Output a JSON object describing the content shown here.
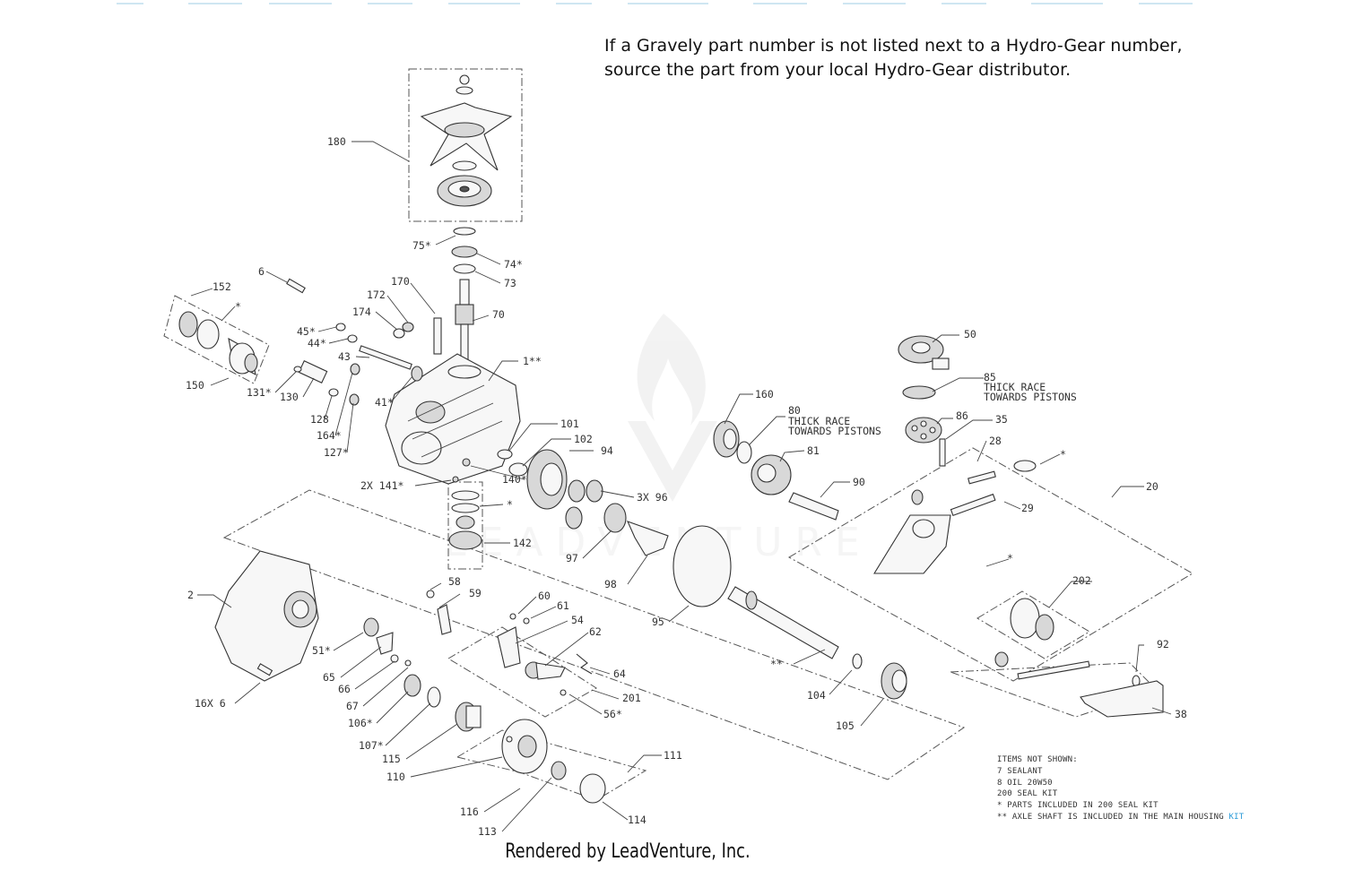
{
  "note": {
    "line1": "If a Gravely part number is not listed next to a Hydro-Gear number,",
    "line2": "source the part from your local Hydro-Gear distributor."
  },
  "footer": "Rendered by LeadVenture, Inc.",
  "watermark": "LEADVENTURE",
  "legend": {
    "heading": "ITEMS NOT SHOWN:",
    "items": [
      "7    SEALANT",
      "8    OIL 20W50",
      "200 SEAL KIT",
      "* PARTS INCLUDED IN 200 SEAL KIT",
      "** AXLE SHAFT IS INCLUDED IN THE MAIN HOUSING "
    ],
    "tail": "KIT"
  },
  "callouts": [
    {
      "id": "c180",
      "text": "180"
    },
    {
      "id": "c75",
      "text": "75*"
    },
    {
      "id": "c74",
      "text": "74*"
    },
    {
      "id": "c73",
      "text": "73"
    },
    {
      "id": "c70",
      "text": "70"
    },
    {
      "id": "c6",
      "text": "6"
    },
    {
      "id": "c152",
      "text": "152"
    },
    {
      "id": "c150",
      "text": "150"
    },
    {
      "id": "cstar1",
      "text": "*"
    },
    {
      "id": "c172",
      "text": "172"
    },
    {
      "id": "c174",
      "text": "174"
    },
    {
      "id": "c170",
      "text": "170"
    },
    {
      "id": "c45",
      "text": "45*"
    },
    {
      "id": "c44",
      "text": "44*"
    },
    {
      "id": "c43",
      "text": "43"
    },
    {
      "id": "c1",
      "text": "1**"
    },
    {
      "id": "c41",
      "text": "41*"
    },
    {
      "id": "c131",
      "text": "131*"
    },
    {
      "id": "c130",
      "text": "130"
    },
    {
      "id": "c128",
      "text": "128"
    },
    {
      "id": "c164",
      "text": "164*"
    },
    {
      "id": "c127",
      "text": "127*"
    },
    {
      "id": "c101",
      "text": "101"
    },
    {
      "id": "c102",
      "text": "102"
    },
    {
      "id": "c94",
      "text": "94"
    },
    {
      "id": "c140",
      "text": "140*"
    },
    {
      "id": "c141",
      "text": "2X 141*"
    },
    {
      "id": "cstar2",
      "text": "*"
    },
    {
      "id": "c142",
      "text": "142"
    },
    {
      "id": "c96",
      "text": "3X 96"
    },
    {
      "id": "c97",
      "text": "97"
    },
    {
      "id": "c98",
      "text": "98"
    },
    {
      "id": "c160",
      "text": "160"
    },
    {
      "id": "c80a",
      "text": "80"
    },
    {
      "id": "c80b",
      "text": "THICK RACE"
    },
    {
      "id": "c80c",
      "text": "TOWARDS PISTONS"
    },
    {
      "id": "c81",
      "text": "81"
    },
    {
      "id": "c90",
      "text": "90"
    },
    {
      "id": "c50",
      "text": "50"
    },
    {
      "id": "c85a",
      "text": "85"
    },
    {
      "id": "c85b",
      "text": "THICK RACE"
    },
    {
      "id": "c85c",
      "text": "TOWARDS PISTONS"
    },
    {
      "id": "c86",
      "text": "86"
    },
    {
      "id": "c35",
      "text": "35"
    },
    {
      "id": "c28",
      "text": "28"
    },
    {
      "id": "cstar3",
      "text": "*"
    },
    {
      "id": "c20",
      "text": "20"
    },
    {
      "id": "c29",
      "text": "29"
    },
    {
      "id": "cstar4",
      "text": "*"
    },
    {
      "id": "c202",
      "text": "202"
    },
    {
      "id": "c92",
      "text": "92"
    },
    {
      "id": "c38",
      "text": "38"
    },
    {
      "id": "c2",
      "text": "2"
    },
    {
      "id": "c16",
      "text": "16X 6"
    },
    {
      "id": "c51",
      "text": "51*"
    },
    {
      "id": "c58",
      "text": "58"
    },
    {
      "id": "c59",
      "text": "59"
    },
    {
      "id": "c60",
      "text": "60"
    },
    {
      "id": "c61",
      "text": "61"
    },
    {
      "id": "c54",
      "text": "54"
    },
    {
      "id": "c62",
      "text": "62"
    },
    {
      "id": "c64",
      "text": "64"
    },
    {
      "id": "c201",
      "text": "201"
    },
    {
      "id": "c56",
      "text": "56*"
    },
    {
      "id": "c65",
      "text": "65"
    },
    {
      "id": "c66",
      "text": "66"
    },
    {
      "id": "c67",
      "text": "67"
    },
    {
      "id": "c106",
      "text": "106*"
    },
    {
      "id": "c107",
      "text": "107*"
    },
    {
      "id": "c115",
      "text": "115"
    },
    {
      "id": "c110",
      "text": "110"
    },
    {
      "id": "c111",
      "text": "111"
    },
    {
      "id": "c116",
      "text": "116"
    },
    {
      "id": "c113",
      "text": "113"
    },
    {
      "id": "c114",
      "text": "114"
    },
    {
      "id": "c95",
      "text": "95"
    },
    {
      "id": "c2star",
      "text": "**"
    },
    {
      "id": "c104",
      "text": "104"
    },
    {
      "id": "c105",
      "text": "105"
    }
  ],
  "colors": {
    "line": "#333333",
    "watermark": "#e6e6e6",
    "accent": "#2a9bd8"
  }
}
